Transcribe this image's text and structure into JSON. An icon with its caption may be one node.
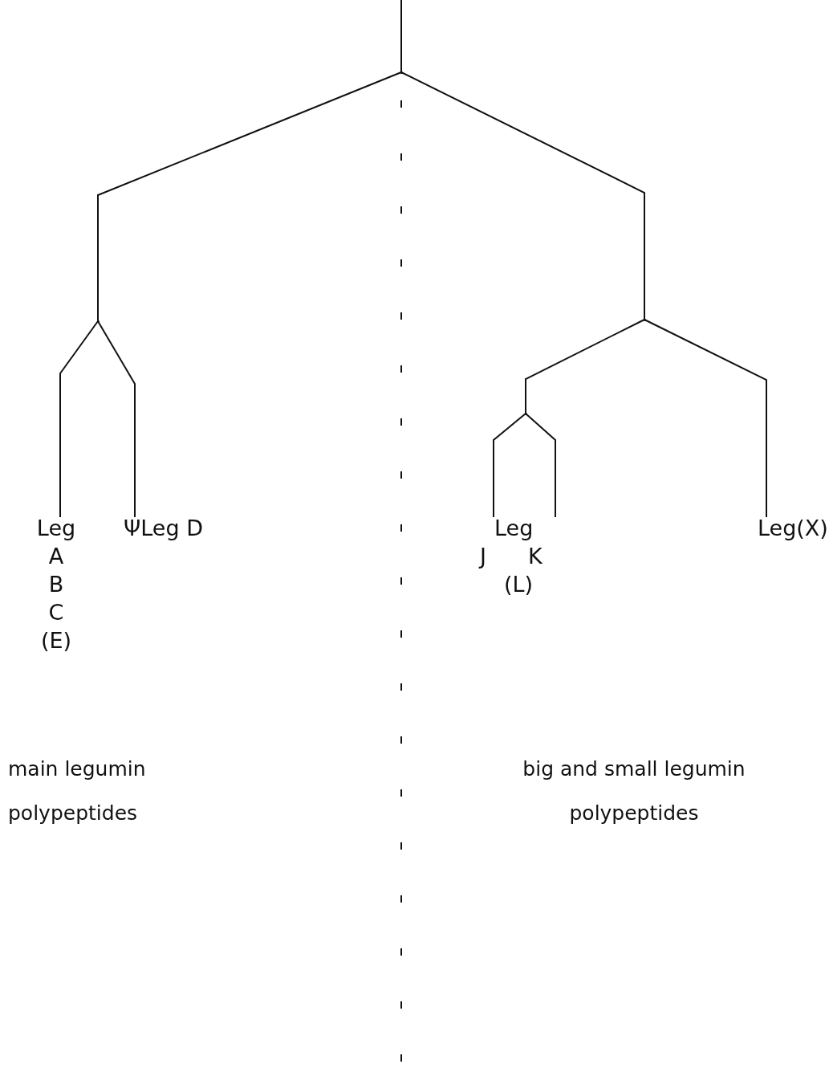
{
  "diagram": {
    "nodes": [
      {
        "text": [],
        "shape": "dot"
      },
      {
        "text": [],
        "shape": "dot"
      },
      {
        "text": [],
        "shape": "dot"
      },
      {
        "text": [],
        "shape": "dot"
      },
      {
        "text": [
          "Leg",
          "A",
          "B",
          "C",
          "(E)"
        ]
      },
      {
        "text": [
          "ΨLeg D"
        ]
      },
      {
        "text": [
          "Leg",
          "J",
          "K",
          "(L)"
        ]
      },
      {
        "text": [
          "Leg(X)"
        ]
      }
    ],
    "edges": [
      {
        "from": null,
        "to": 0,
        "arrow": "none"
      },
      {
        "from": 0,
        "to": 1,
        "arrow": "none"
      },
      {
        "from": 0,
        "to": 2,
        "arrow": "none"
      },
      {
        "from": 1,
        "to": 4,
        "arrow": "none"
      },
      {
        "from": 1,
        "to": 5,
        "arrow": "none"
      },
      {
        "from": 2,
        "to": 3,
        "arrow": "none"
      },
      {
        "from": 2,
        "to": 7,
        "arrow": "none"
      },
      {
        "from": 3,
        "to": 6,
        "arrow": "none"
      },
      {
        "from": 3,
        "to": 6,
        "arrow": "none"
      }
    ],
    "labels": [
      "main legumin polypeptides",
      "big and small legumin polypeptides"
    ]
  }
}
